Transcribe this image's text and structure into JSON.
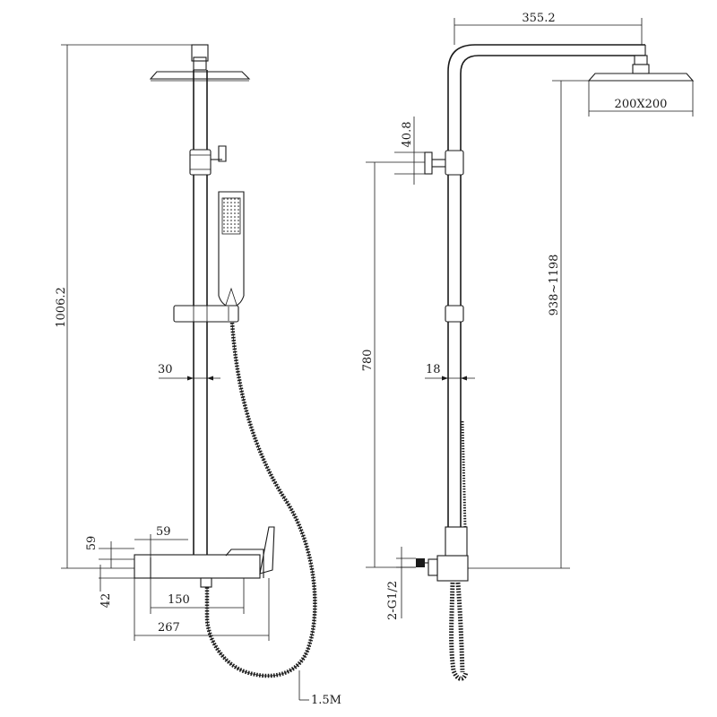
{
  "dimensions": {
    "total_height": "1006.2",
    "rail_diameter_front": "30",
    "mixer_cutout_width": "59",
    "mixer_top_height": "59",
    "mixer_bottom_height": "42",
    "mixer_center_distance": "150",
    "mixer_total_width": "267",
    "hose_length": "1.5M",
    "arm_length": "355.2",
    "head_size": "200X200",
    "diverter_height": "40.8",
    "adjustable_height": "938~1198",
    "inlet_to_bracket": "780",
    "rail_diameter_side": "18",
    "inlet_thread": "2-G1/2"
  }
}
